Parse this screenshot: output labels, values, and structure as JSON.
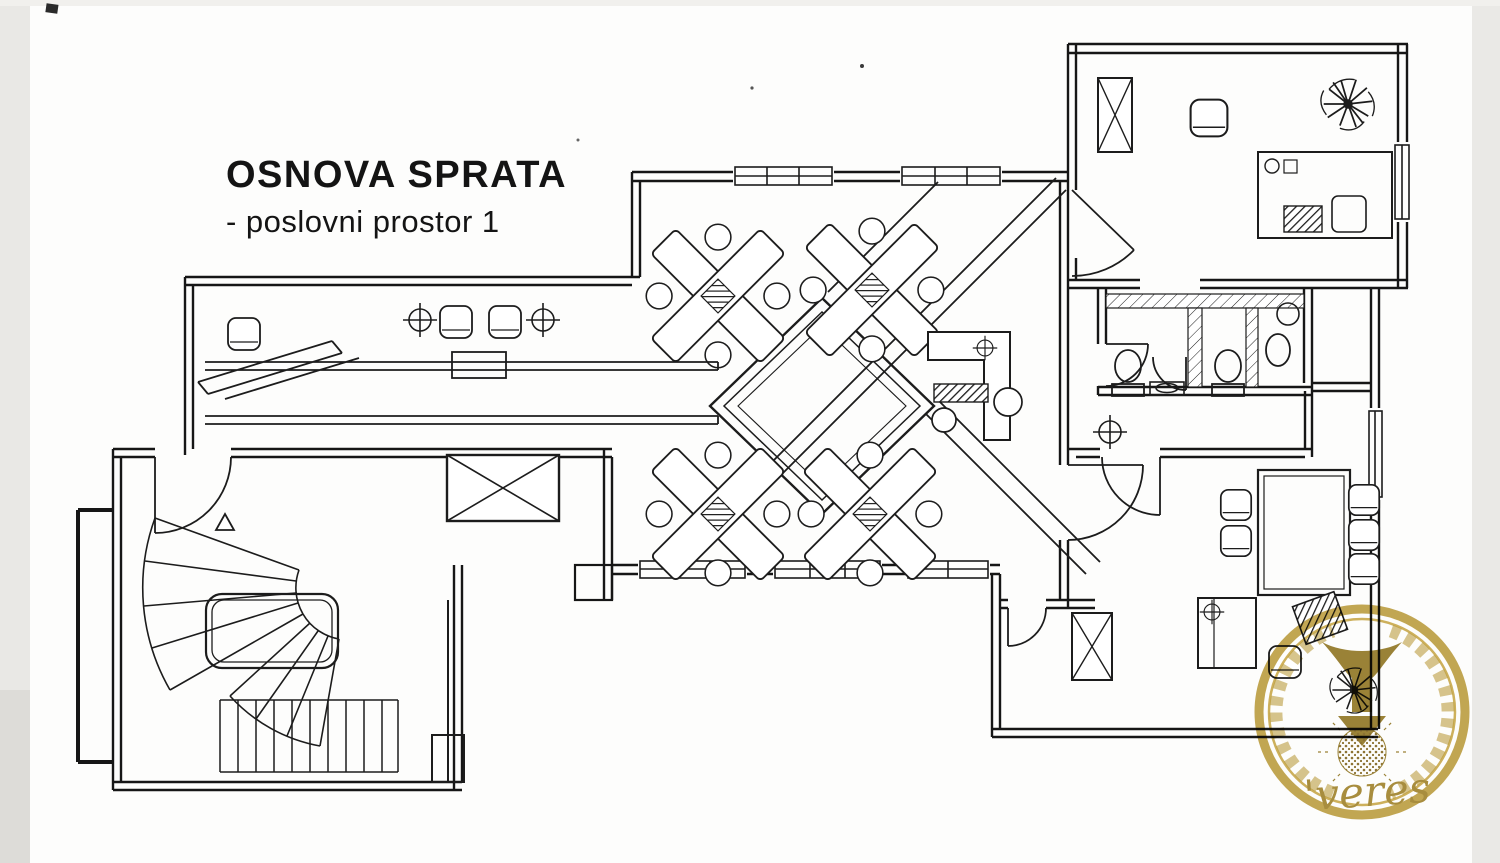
{
  "title": {
    "line1": "OSNOVA SPRATA",
    "line2": "- poslovni prostor 1"
  },
  "watermark": {
    "text": "'veres"
  },
  "colors": {
    "ink": "#1c1c1c",
    "paper": "#fdfdfc",
    "scan_edge": "#e9e8e5",
    "watermark_gold": "#b08c1e",
    "watermark_dark_gold": "#8a6d14",
    "watermark_text": "#9a7a1c"
  }
}
